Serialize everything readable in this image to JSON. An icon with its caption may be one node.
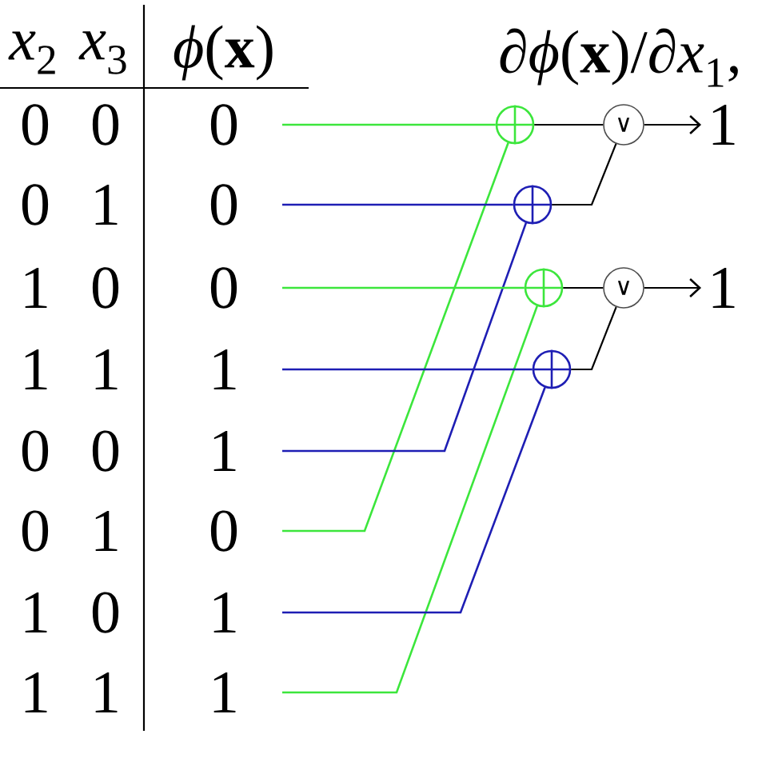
{
  "diagram": {
    "title": "∂*ϕ*(**x**)/∂*x*$_{1}$,",
    "nodes": [
      {
        "text": [
          "0"
        ]
      },
      {
        "text": [
          "0"
        ]
      },
      {
        "text": [
          "0"
        ]
      },
      {
        "text": [
          "1"
        ]
      },
      {
        "text": [
          "1"
        ]
      },
      {
        "text": [
          "0"
        ]
      },
      {
        "text": [
          "1"
        ]
      },
      {
        "text": [
          "1"
        ]
      },
      {
        "text": [],
        "shape": "circle"
      },
      {
        "text": [],
        "shape": "circle"
      },
      {
        "text": [],
        "shape": "circle"
      },
      {
        "text": [],
        "shape": "circle"
      },
      {
        "text": [
          "∨"
        ]
      },
      {
        "text": [
          "∨"
        ]
      },
      {
        "text": [
          "1"
        ]
      },
      {
        "text": [
          "1"
        ]
      }
    ],
    "edges": [
      {
        "from": 0,
        "to": 8,
        "arrow": "none",
        "color": "#3ce63c"
      },
      {
        "from": 5,
        "to": 8,
        "arrow": "none",
        "color": "#3ce63c"
      },
      {
        "from": 1,
        "to": 9,
        "arrow": "none",
        "color": "#1e1eb4"
      },
      {
        "from": 4,
        "to": 9,
        "arrow": "none",
        "color": "#1e1eb4"
      },
      {
        "from": 2,
        "to": 10,
        "arrow": "none",
        "color": "#3ce63c"
      },
      {
        "from": 7,
        "to": 10,
        "arrow": "none",
        "color": "#3ce63c"
      },
      {
        "from": 3,
        "to": 11,
        "arrow": "none",
        "color": "#1e1eb4"
      },
      {
        "from": 6,
        "to": 11,
        "arrow": "none",
        "color": "#1e1eb4"
      },
      {
        "from": 8,
        "to": 12,
        "arrow": "none"
      },
      {
        "from": 9,
        "to": 12,
        "arrow": "none"
      },
      {
        "from": 10,
        "to": 13,
        "arrow": "none"
      },
      {
        "from": 11,
        "to": 13,
        "arrow": "none"
      },
      {
        "from": 12,
        "to": 14,
        "arrow": "to"
      },
      {
        "from": 13,
        "to": 15,
        "arrow": "to"
      }
    ],
    "labels": [
      "*x*$_{2}$",
      "*x*$_{3}$",
      "*ϕ*(**x**)",
      "0",
      "0",
      "0",
      "1",
      "1",
      "0",
      "1",
      "1",
      "0",
      "0",
      "0",
      "1",
      "1",
      "0",
      "1",
      "1"
    ]
  }
}
